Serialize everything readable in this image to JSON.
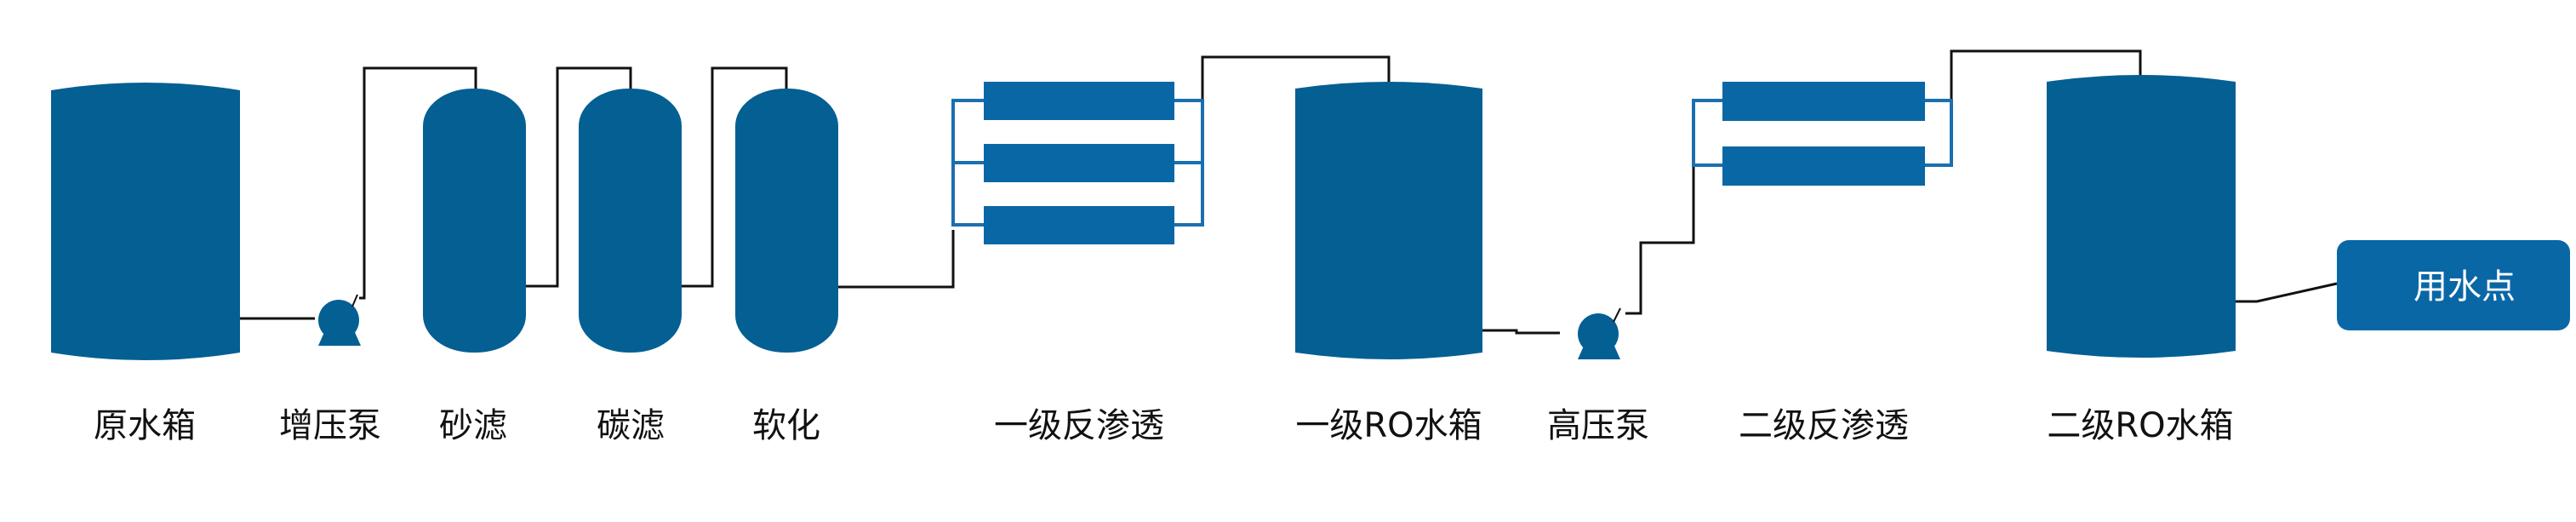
{
  "colors": {
    "equipment": "#045f93",
    "membrane": "#0a67a6",
    "bracket": "#1a6fb0",
    "pipe": "#111111"
  },
  "labels": {
    "raw_tank": "原水箱",
    "booster_pump": "增压泵",
    "sand_filter": "砂滤",
    "carbon_filter": "碳滤",
    "softener": "软化",
    "ro_stage1": "一级反渗透",
    "ro1_tank": "一级RO水箱",
    "hp_pump": "高压泵",
    "ro_stage2": "二级反渗透",
    "ro2_tank": "二级RO水箱",
    "use_point": "用水点"
  }
}
